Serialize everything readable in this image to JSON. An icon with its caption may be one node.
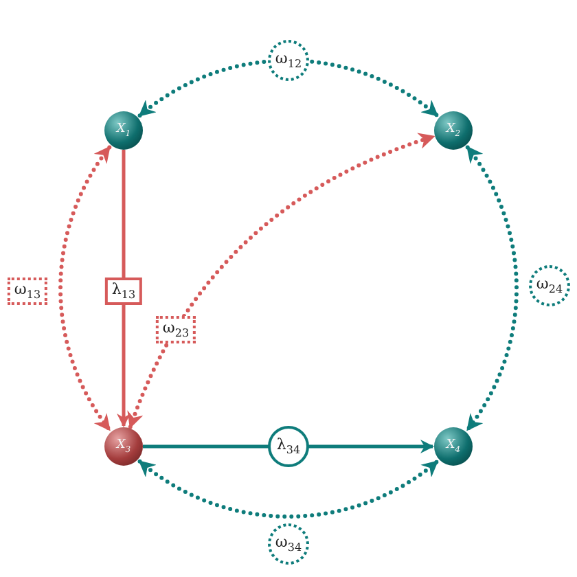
{
  "diagram": {
    "nodes": [
      {
        "text": [
          "X$_{1}$"
        ]
      },
      {
        "text": [
          "X$_{2}$"
        ]
      },
      {
        "text": [
          "X$_{3}$"
        ]
      },
      {
        "text": [
          "X$_{4}$"
        ]
      }
    ],
    "edges": [
      {
        "from": 0,
        "to": 1,
        "arrow": "both",
        "label": "ω$_{12}$",
        "style": "dashed"
      },
      {
        "from": 0,
        "to": 2,
        "arrow": "both",
        "label": "ω$_{13}$",
        "style": "dashed",
        "color": "#d65a5a"
      },
      {
        "from": 0,
        "to": 2,
        "arrow": "to",
        "label": "λ$_{13}$",
        "color": "#d65a5a"
      },
      {
        "from": 2,
        "to": 1,
        "arrow": "both",
        "label": "ω$_{23}$",
        "style": "dashed",
        "color": "#d65a5a"
      },
      {
        "from": 1,
        "to": 3,
        "arrow": "both",
        "label": "ω$_{24}$",
        "style": "dashed"
      },
      {
        "from": 2,
        "to": 3,
        "arrow": "to",
        "label": "λ$_{34}$"
      },
      {
        "from": 2,
        "to": 3,
        "arrow": "both",
        "label": "ω$_{34}$",
        "style": "dashed"
      }
    ]
  }
}
